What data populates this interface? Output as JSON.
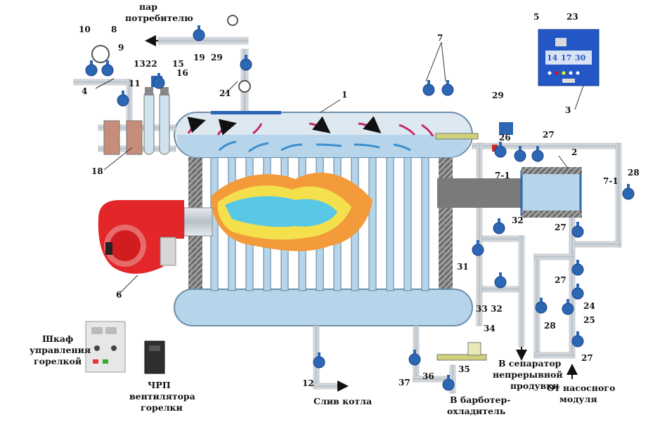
{
  "captions": {
    "steam_to_consumer": [
      "пар",
      "потребителю"
    ],
    "separator": [
      "В сепаратор",
      "непрерывной",
      "продувки"
    ],
    "from_pump": [
      "От насосного",
      "модуля"
    ],
    "boiler_drain": "Слив котла",
    "bubbler": [
      "В барботер-",
      "охладитель"
    ],
    "burner_cabinet": [
      "Шкаф",
      "управления",
      "горелкой"
    ],
    "fan_vfd": [
      "ЧРП",
      "вентилятора",
      "горелки"
    ]
  },
  "panel_display": [
    "14",
    "17",
    "30"
  ],
  "markers": {
    "m1": "1",
    "m2": "2",
    "m3": "3",
    "m4": "4",
    "m5": "5",
    "m6": "6",
    "m7": "7",
    "m7_1a": "7-1",
    "m7_1b": "7-1",
    "m8": "8",
    "m9": "9",
    "m10": "10",
    "m11": "11",
    "m12": "12",
    "m13": "13",
    "m15": "15",
    "m16": "16",
    "m18": "18",
    "m19": "19",
    "m21": "21",
    "m22": "22",
    "m23": "23",
    "m24": "24",
    "m25": "25",
    "m26": "26",
    "m27a": "27",
    "m27b": "27",
    "m27c": "27",
    "m27d": "27",
    "m28a": "28",
    "m28b": "28",
    "m29a": "29",
    "m29b": "29",
    "m31": "31",
    "m32a": "32",
    "m32b": "32",
    "m33": "33",
    "m34": "34",
    "m35": "35",
    "m36": "36",
    "m37": "37"
  },
  "colors": {
    "water": "#b6d5ea",
    "shell_outline": "#6d8ea8",
    "pipe": "#c4ccd3",
    "valve": "#2c67b3",
    "burner": "#e3262a",
    "panel": "#2457c6",
    "flame_outer": "#f39a3a",
    "flame_inner": "#f4e04d",
    "flame_core": "#59c8e6"
  }
}
